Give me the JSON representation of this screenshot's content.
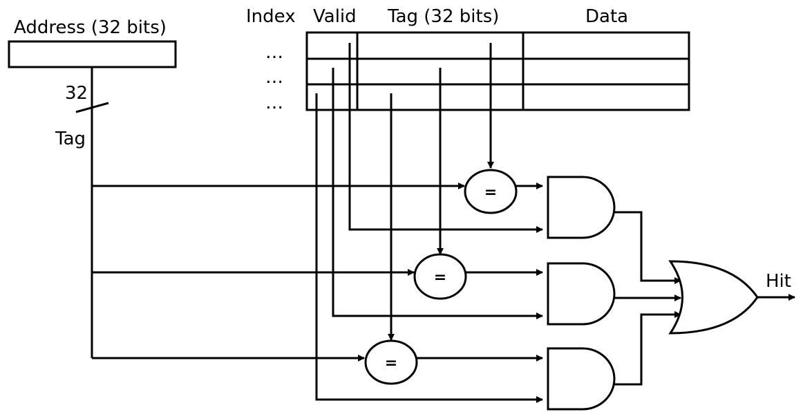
{
  "labels": {
    "address": "Address (32 bits)",
    "bus_width": "32",
    "tag": "Tag",
    "index": "Index",
    "valid": "Valid",
    "tag_column": "Tag (32 bits)",
    "data": "Data",
    "hit": "Hit"
  },
  "index_rows": [
    "…",
    "…",
    "…"
  ],
  "comparators": [
    "=",
    "=",
    "="
  ]
}
